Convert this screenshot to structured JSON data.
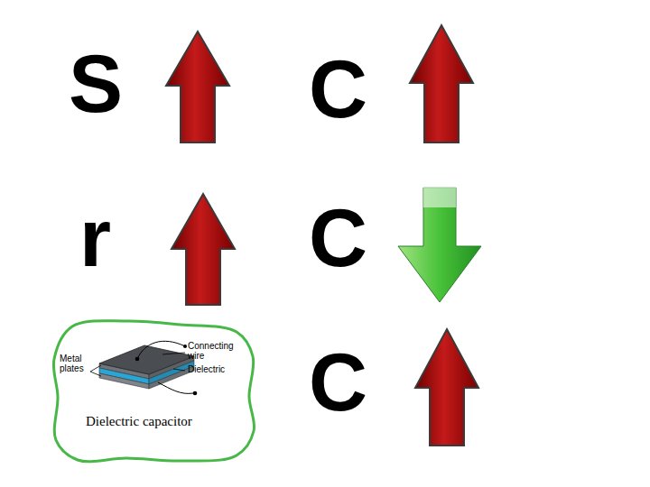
{
  "diagram": {
    "nodes": [
      {
        "text": [
          "Dielectric capacitor"
        ]
      }
    ],
    "labels": [
      "S",
      "C",
      "r",
      "C",
      "C",
      "Metal plates",
      "Connecting wire",
      "Dielectric"
    ]
  }
}
